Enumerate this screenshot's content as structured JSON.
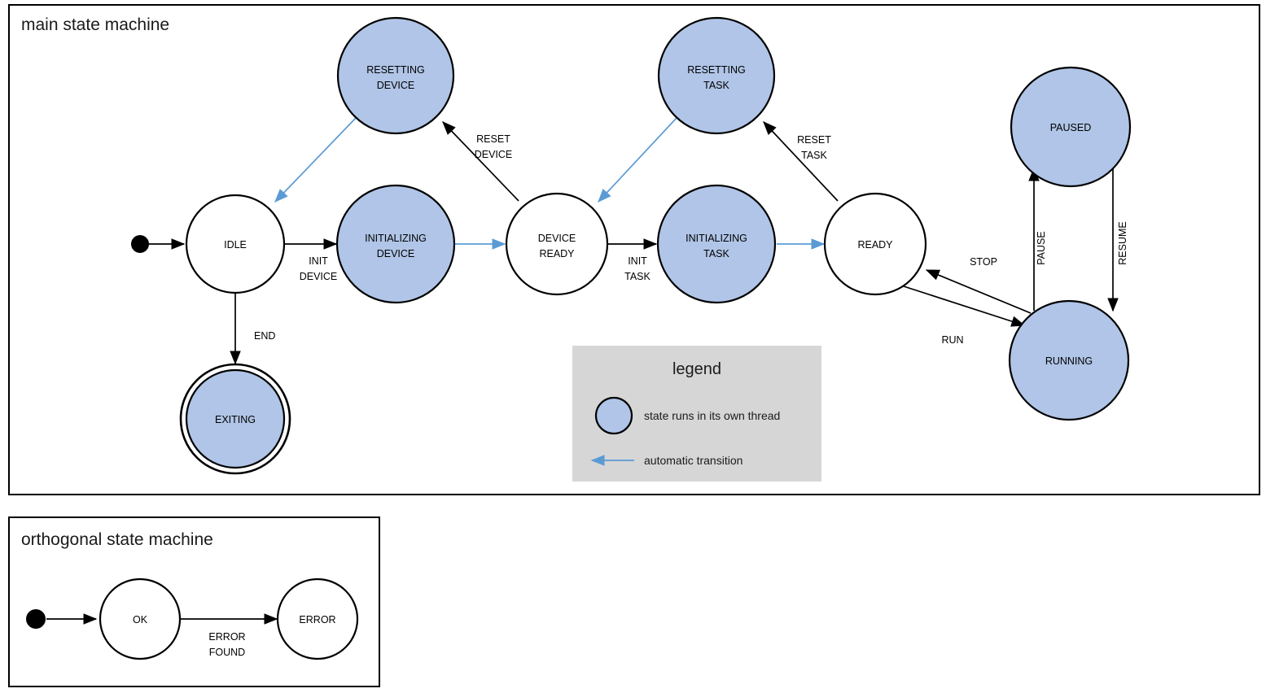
{
  "colors": {
    "thread_state_fill": "#b0c5e7",
    "plain_state_fill": "#ffffff",
    "stroke": "#000000",
    "auto_transition": "#5b9bd5",
    "legend_background": "#d6d6d6",
    "page_background": "#ffffff"
  },
  "main_machine": {
    "title": "main state machine",
    "states": [
      {
        "id": "idle",
        "label_line1": "IDLE",
        "label_line2": "",
        "kind": "plain"
      },
      {
        "id": "resetting-device",
        "label_line1": "RESETTING",
        "label_line2": "DEVICE",
        "kind": "thread"
      },
      {
        "id": "initializing-device",
        "label_line1": "INITIALIZING",
        "label_line2": "DEVICE",
        "kind": "thread"
      },
      {
        "id": "device-ready",
        "label_line1": "DEVICE",
        "label_line2": "READY",
        "kind": "plain"
      },
      {
        "id": "resetting-task",
        "label_line1": "RESETTING",
        "label_line2": "TASK",
        "kind": "thread"
      },
      {
        "id": "initializing-task",
        "label_line1": "INITIALIZING",
        "label_line2": "TASK",
        "kind": "thread"
      },
      {
        "id": "ready",
        "label_line1": "READY",
        "label_line2": "",
        "kind": "plain"
      },
      {
        "id": "paused",
        "label_line1": "PAUSED",
        "label_line2": "",
        "kind": "thread"
      },
      {
        "id": "running",
        "label_line1": "RUNNING",
        "label_line2": "",
        "kind": "thread"
      },
      {
        "id": "exiting",
        "label_line1": "EXITING",
        "label_line2": "",
        "kind": "thread-final"
      }
    ],
    "transitions": [
      {
        "id": "start-to-idle",
        "label_line1": "",
        "label_line2": "",
        "type": "event"
      },
      {
        "id": "idle-to-initializing-device",
        "label_line1": "INIT",
        "label_line2": "DEVICE",
        "type": "event"
      },
      {
        "id": "idle-to-exiting",
        "label_line1": "END",
        "label_line2": "",
        "type": "event"
      },
      {
        "id": "resetting-device-to-idle",
        "label_line1": "",
        "label_line2": "",
        "type": "automatic"
      },
      {
        "id": "initializing-device-to-device-ready",
        "label_line1": "",
        "label_line2": "",
        "type": "automatic"
      },
      {
        "id": "device-ready-to-resetting-device",
        "label_line1": "RESET",
        "label_line2": "DEVICE",
        "type": "event"
      },
      {
        "id": "device-ready-to-initializing-task",
        "label_line1": "INIT",
        "label_line2": "TASK",
        "type": "event"
      },
      {
        "id": "resetting-task-to-device-ready",
        "label_line1": "",
        "label_line2": "",
        "type": "automatic"
      },
      {
        "id": "initializing-task-to-ready",
        "label_line1": "",
        "label_line2": "",
        "type": "automatic"
      },
      {
        "id": "ready-to-resetting-task",
        "label_line1": "RESET",
        "label_line2": "TASK",
        "type": "event"
      },
      {
        "id": "ready-to-running",
        "label_line1": "RUN",
        "label_line2": "",
        "type": "event"
      },
      {
        "id": "running-to-ready",
        "label_line1": "STOP",
        "label_line2": "",
        "type": "event"
      },
      {
        "id": "running-to-paused",
        "label_line1": "PAUSE",
        "label_line2": "",
        "type": "event"
      },
      {
        "id": "paused-to-running",
        "label_line1": "RESUME",
        "label_line2": "",
        "type": "event"
      }
    ]
  },
  "legend": {
    "title": "legend",
    "items": [
      {
        "id": "thread-state",
        "symbol": "filled-circle",
        "text": "state runs in its own thread"
      },
      {
        "id": "automatic-transition",
        "symbol": "blue-arrow",
        "text": "automatic transition"
      }
    ]
  },
  "orthogonal_machine": {
    "title": "orthogonal state machine",
    "states": [
      {
        "id": "ok",
        "label": "OK",
        "kind": "plain"
      },
      {
        "id": "error",
        "label": "ERROR",
        "kind": "plain"
      }
    ],
    "transitions": [
      {
        "id": "start-to-ok",
        "label_line1": "",
        "label_line2": "",
        "type": "event"
      },
      {
        "id": "ok-to-error",
        "label_line1": "ERROR",
        "label_line2": "FOUND",
        "type": "event"
      }
    ]
  }
}
